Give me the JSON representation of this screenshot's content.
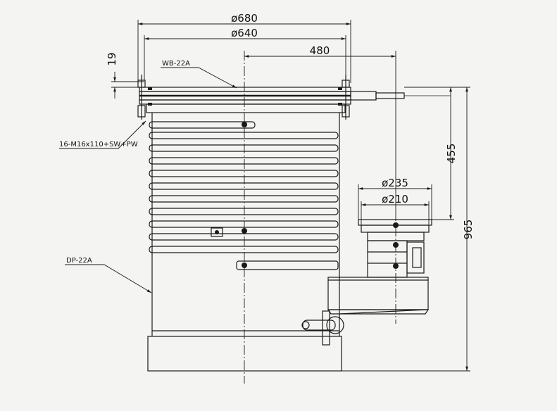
{
  "dimensions": {
    "d680": "ø680",
    "d640": "ø640",
    "w480": "480",
    "h19": "19",
    "h455": "455",
    "h965": "965",
    "d235": "ø235",
    "d210": "ø210"
  },
  "labels": {
    "wb": "WB-22A",
    "bolts": "16-M16x110+SW+PW",
    "dp": "DP-22A"
  },
  "colors": {
    "line": "#1a1a1a",
    "background": "#f4f4f2"
  }
}
